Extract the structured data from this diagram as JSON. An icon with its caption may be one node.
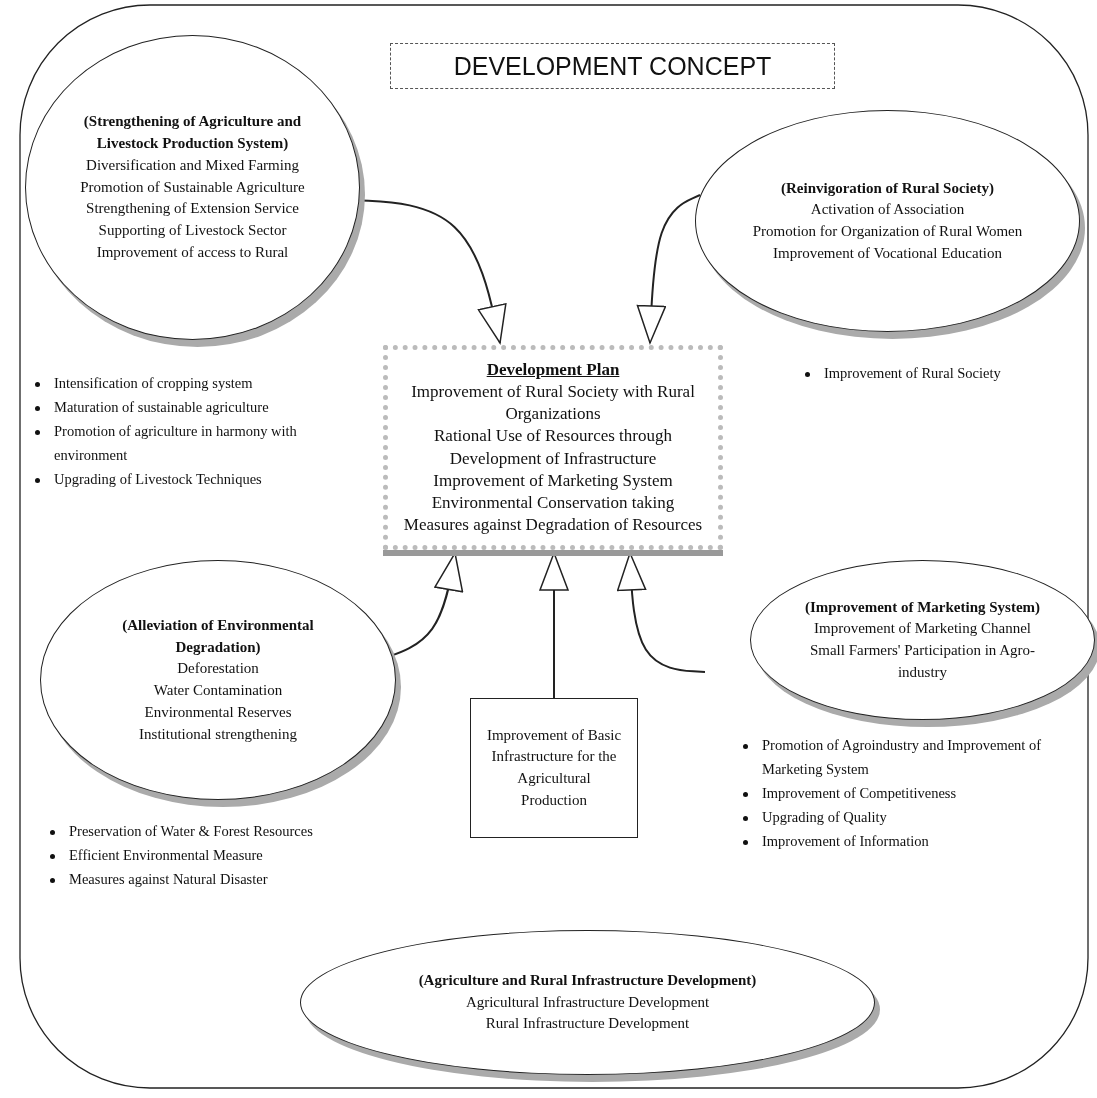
{
  "diagram": {
    "title": "DEVELOPMENT CONCEPT",
    "nodes": [
      {
        "text": [
          "(Strengthening of Agriculture and Livestock Production System)",
          "Diversification and Mixed Farming",
          "Promotion of Sustainable Agriculture",
          "Strengthening of Extension Service",
          "Supporting of Livestock Sector",
          "Improvement of access to Rural"
        ],
        "beside": [
          "Intensification of cropping system",
          "Maturation of sustainable agriculture",
          "Promotion of agriculture in harmony with environment",
          "Upgrading of Livestock Techniques"
        ]
      },
      {
        "text": [
          "(Reinvigoration of Rural Society)",
          "Activation of Association",
          "Promotion for Organization of Rural Women",
          "Improvement of Vocational Education"
        ],
        "beside": [
          "Improvement of Rural Society"
        ]
      },
      {
        "text": [
          "Development Plan",
          "Improvement of Rural Society with Rural Organizations",
          "Rational Use of Resources through Development of Infrastructure",
          "Improvement of Marketing System",
          "Environmental Conservation taking Measures against Degradation of Resources"
        ]
      },
      {
        "text": [
          "(Alleviation of Environmental Degradation)",
          "Deforestation",
          "Water Contamination",
          "Environmental Reserves",
          "Institutional strengthening"
        ],
        "beside": [
          "Preservation of Water & Forest Resources",
          "Efficient Environmental Measure",
          "Measures against Natural Disaster"
        ]
      },
      {
        "text": [
          "(Improvement of Marketing System)",
          "Improvement of Marketing Channel",
          "Small Farmers' Participation in Agro-industry"
        ],
        "beside": [
          "Promotion of Agroindustry and Improvement of Marketing System",
          "Improvement of Competitiveness",
          "Upgrading of Quality",
          "Improvement of Information"
        ]
      },
      {
        "text": [
          "Improvement of Basic Infrastructure for the Agricultural Production"
        ]
      },
      {
        "text": [
          "(Agriculture and Rural Infrastructure Development)",
          "Agricultural Infrastructure Development",
          "Rural Infrastructure Development"
        ]
      }
    ],
    "edges": [
      {
        "from": 0,
        "to": 2,
        "arrow": "to"
      },
      {
        "from": 1,
        "to": 2,
        "arrow": "to"
      },
      {
        "from": 3,
        "to": 2,
        "arrow": "to"
      },
      {
        "from": 4,
        "to": 2,
        "arrow": "to"
      },
      {
        "from": 5,
        "to": 2,
        "arrow": "to"
      }
    ]
  }
}
